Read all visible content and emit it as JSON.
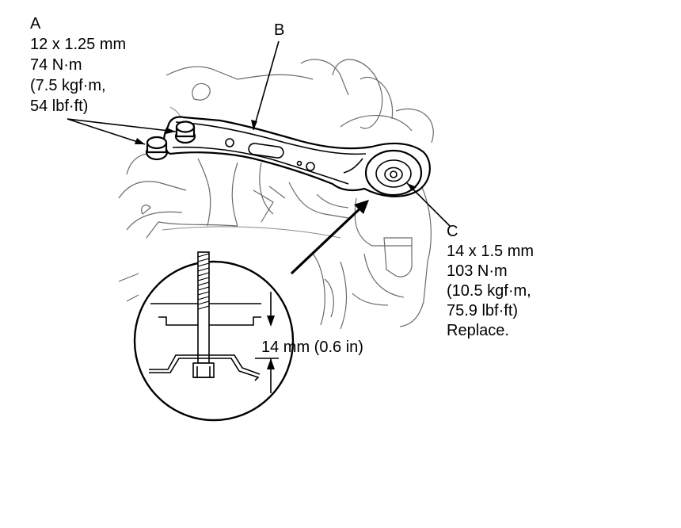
{
  "callouts": {
    "a": {
      "letter": "A",
      "thread": "12 x 1.25 mm",
      "torque_nm": "74 N·m",
      "torque_kgf": "(7.5 kgf·m,",
      "torque_lbf": "54 lbf·ft)"
    },
    "b": {
      "letter": "B"
    },
    "c": {
      "letter": "C",
      "thread": "14 x 1.5 mm",
      "torque_nm": "103 N·m",
      "torque_kgf": "(10.5 kgf·m,",
      "torque_lbf": "75.9 lbf·ft)",
      "note": "Replace."
    }
  },
  "detail": {
    "dimension": "14 mm (0.6 in)"
  }
}
